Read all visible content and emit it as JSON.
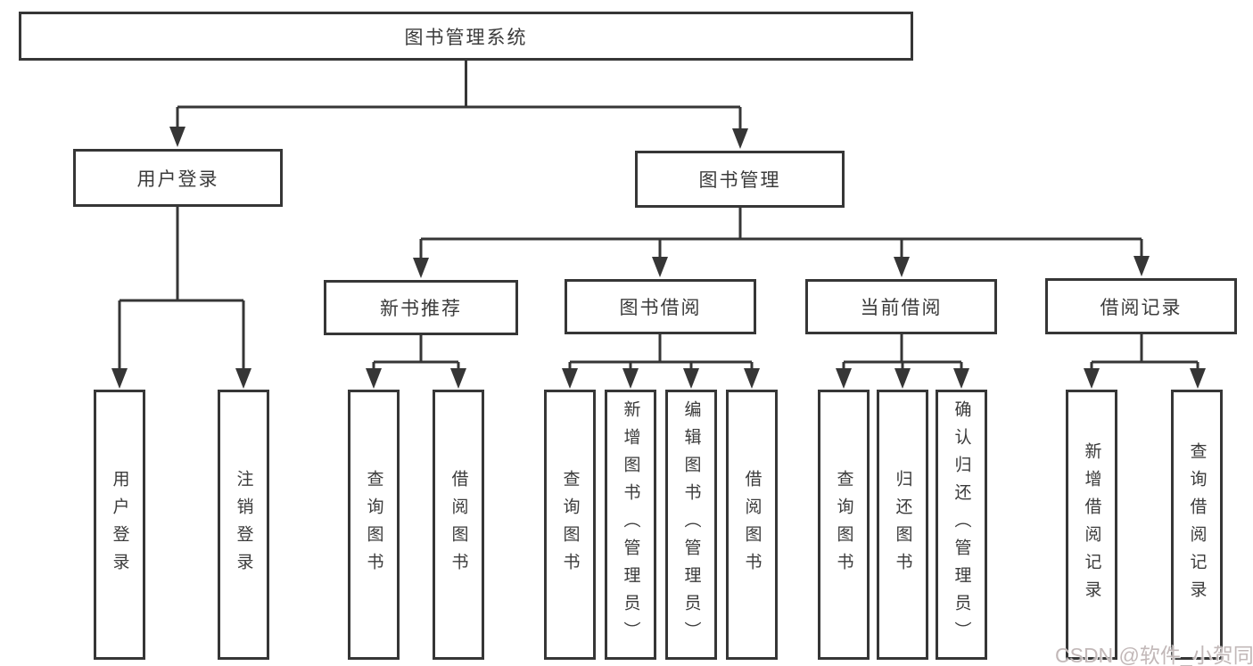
{
  "tree": {
    "label": "图书管理系统",
    "children": [
      {
        "label": "用户登录",
        "children": [
          {
            "label": "用户登录"
          },
          {
            "label": "注销登录"
          }
        ]
      },
      {
        "label": "图书管理",
        "children": [
          {
            "label": "新书推荐",
            "children": [
              {
                "label": "查询图书"
              },
              {
                "label": "借阅图书"
              }
            ]
          },
          {
            "label": "图书借阅",
            "children": [
              {
                "label": "查询图书"
              },
              {
                "label": "新增图书（管理员）"
              },
              {
                "label": "编辑图书（管理员）"
              },
              {
                "label": "借阅图书"
              }
            ]
          },
          {
            "label": "当前借阅",
            "children": [
              {
                "label": "查询图书"
              },
              {
                "label": "归还图书"
              },
              {
                "label": "确认归还（管理员）"
              }
            ]
          },
          {
            "label": "借阅记录",
            "children": [
              {
                "label": "新增借阅记录"
              },
              {
                "label": "查询借阅记录"
              }
            ]
          }
        ]
      }
    ]
  },
  "watermark": "CSDN @软件_小贺同学",
  "colors": {
    "line": "#363636",
    "box_border": "#363636",
    "text": "#3b3b3b",
    "background": "#ffffff",
    "watermark": "#c2b8b8"
  }
}
